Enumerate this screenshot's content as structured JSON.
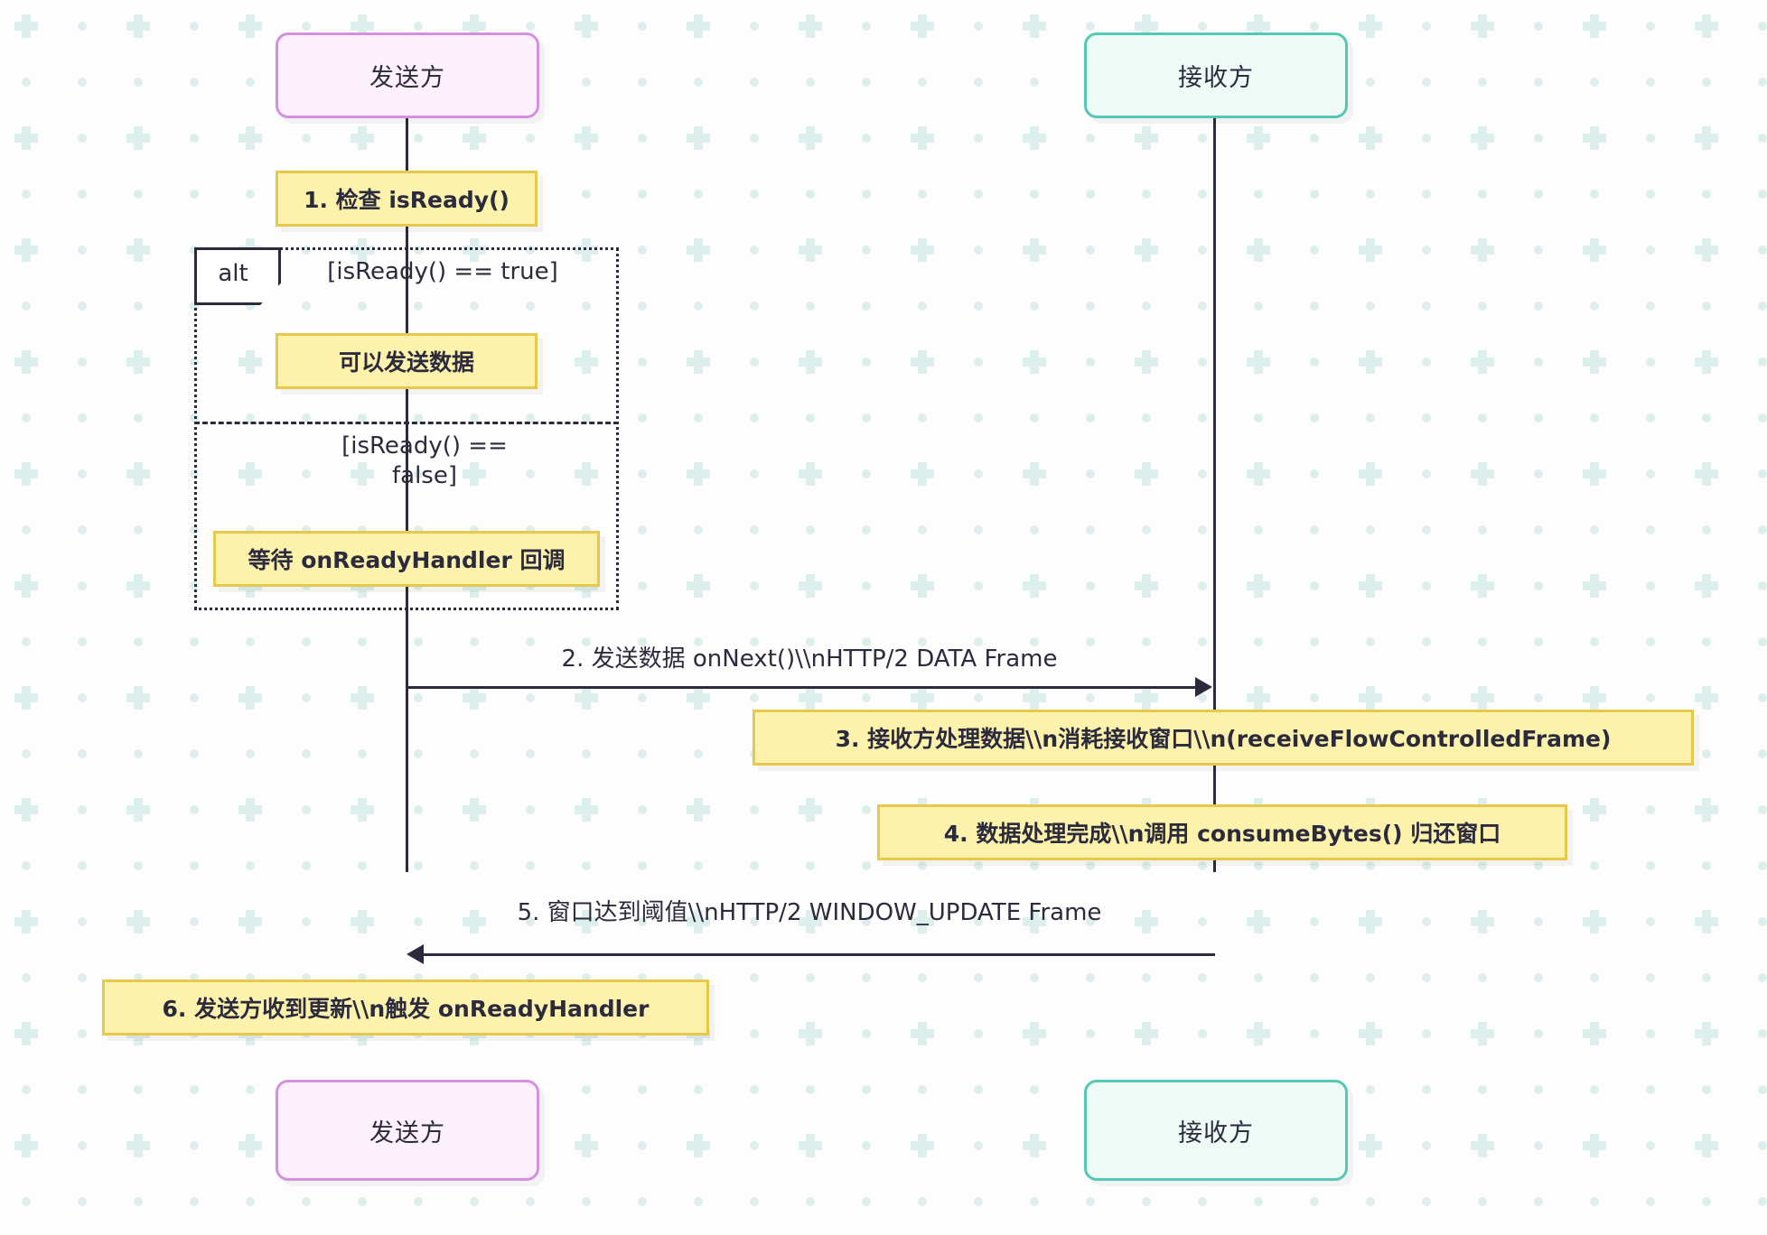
{
  "diagram": {
    "type": "sequence-diagram",
    "background_color": "#fdfdfd",
    "pattern_color": "#d9eeea",
    "text_color": "#2b2b3d"
  },
  "participants": [
    {
      "id": "sender",
      "label": "发送方",
      "fill": "#fcf0fc",
      "border": "#d58fe0"
    },
    {
      "id": "receiver",
      "label": "接收方",
      "fill": "#eefaf6",
      "border": "#55c8b4"
    }
  ],
  "participants_bottom": [
    {
      "id": "sender-bottom",
      "label": "发送方"
    },
    {
      "id": "receiver-bottom",
      "label": "接收方"
    }
  ],
  "notes": [
    {
      "id": "note-1",
      "text": "1. 检查 isReady()"
    },
    {
      "id": "note-alt-true",
      "text": "可以发送数据"
    },
    {
      "id": "note-alt-false",
      "text": "等待 onReadyHandler 回调"
    },
    {
      "id": "note-3",
      "text": "3. 接收方处理数据\\\\n消耗接收窗口\\\\n(receiveFlowControlledFrame)"
    },
    {
      "id": "note-4",
      "text": "4. 数据处理完成\\\\n调用 consumeBytes() 归还窗口"
    },
    {
      "id": "note-6",
      "text": "6. 发送方收到更新\\\\n触发 onReadyHandler"
    }
  ],
  "alt_fragment": {
    "label": "alt",
    "condition_true": "[isReady() == true]",
    "condition_false_line1": "[isReady() ==",
    "condition_false_line2": "false]"
  },
  "messages": [
    {
      "id": "msg-2",
      "label": "2. 发送数据 onNext()\\\\nHTTP/2 DATA Frame",
      "direction": "right",
      "from": "sender",
      "to": "receiver"
    },
    {
      "id": "msg-5",
      "label": "5. 窗口达到阈值\\\\nHTTP/2 WINDOW_UPDATE Frame",
      "direction": "left",
      "from": "receiver",
      "to": "sender"
    }
  ]
}
